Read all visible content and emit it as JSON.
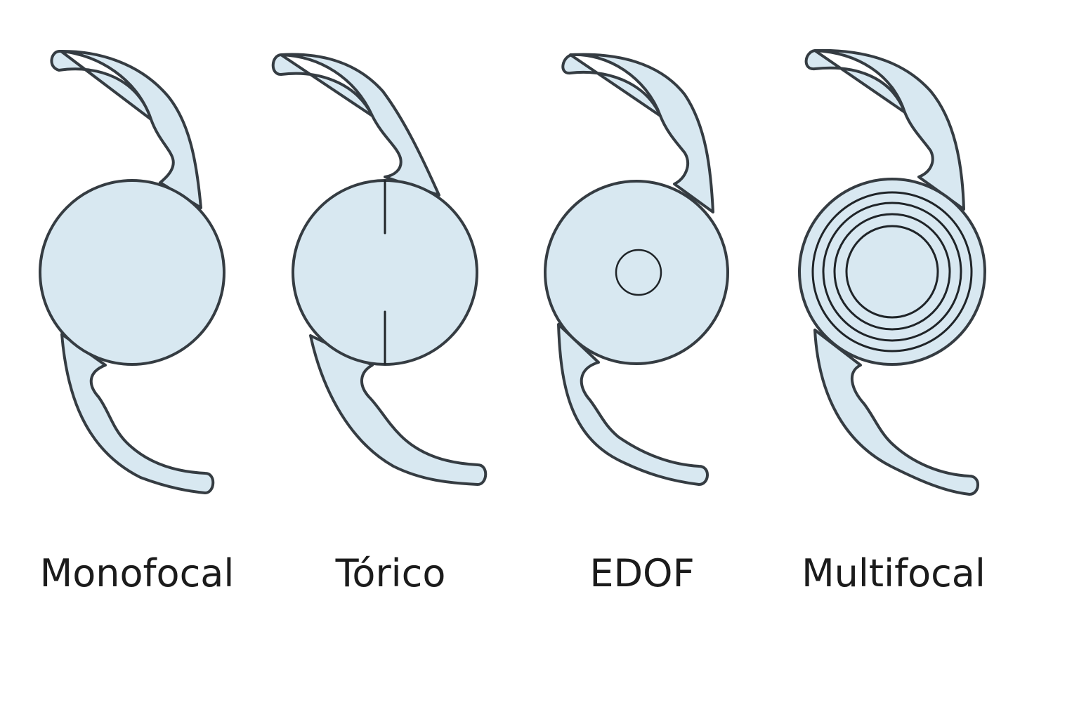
{
  "colors": {
    "lens_fill": "#d8e8f1",
    "lens_stroke": "#353c42",
    "mark_stroke": "#1f2428",
    "label": "#1b1b1b"
  },
  "lenses": [
    {
      "type": "monofocal",
      "label": "Monofocal"
    },
    {
      "type": "toric",
      "label": "Tórico"
    },
    {
      "type": "edof",
      "label": "EDOF"
    },
    {
      "type": "multifocal",
      "label": "Multifocal"
    }
  ]
}
